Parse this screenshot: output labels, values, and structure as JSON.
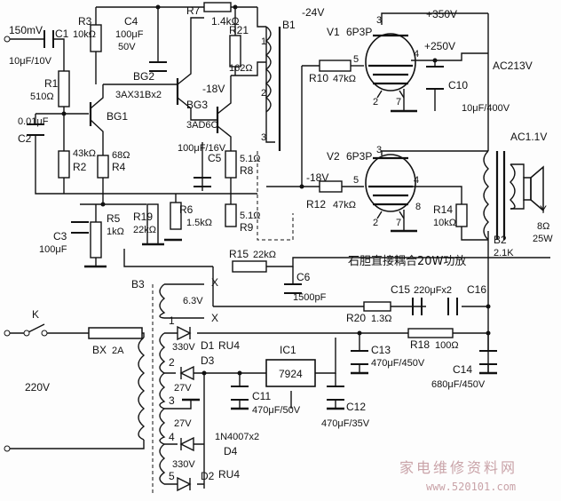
{
  "title": "石胆直接耦合20W功放",
  "watermark": {
    "cn": "家电维修资料网",
    "url": "www.520101.com"
  },
  "rails": {
    "neg24": "-24V",
    "pos350": "+350V",
    "pos250": "+250V",
    "neg18a": "-18V",
    "neg18b": "-18V",
    "ac213": "AC213V",
    "ac11": "AC1.1V"
  },
  "input": {
    "level": "150mV"
  },
  "components": {
    "C1": "C1",
    "C1v": "10μF/10V",
    "R1": "R1",
    "R1v": "510Ω",
    "C2": "C2",
    "C2v": "0.01μF",
    "R2": "R2",
    "R2v": "43kΩ",
    "R3": "R3",
    "R3v": "10kΩ",
    "C4": "C4",
    "C4v1": "100μF",
    "C4v2": "50V",
    "R7": "R7",
    "R7v": "1.4kΩ",
    "R21": "R21",
    "R21v": "162Ω",
    "BG1": "BG1",
    "BG2": "BG2",
    "BG3": "BG3",
    "BG2type": "3AX31Bx2",
    "BG3type": "3AD6C",
    "R4": "R4",
    "R4v": "68Ω",
    "C5": "C5",
    "C5v": "100μF/16V",
    "R8": "R8",
    "R8v": "5.1Ω",
    "R9": "R9",
    "R9v": "5.1Ω",
    "R6": "R6",
    "R6v": "1.5kΩ",
    "R5": "R5",
    "R5v": "1kΩ",
    "R19": "R19",
    "R19v": "22kΩ",
    "C3": "C3",
    "C3v": "100μF",
    "R15": "R15",
    "R15v": "22kΩ",
    "C6": "C6",
    "C6v": "1500pF",
    "B1": "B1",
    "V1": "V1",
    "V1type": "6P3P",
    "V2": "V2",
    "V2type": "6P3P",
    "R10": "R10",
    "R10v": "47kΩ",
    "R12": "R12",
    "R12v": "47kΩ",
    "C10": "C10",
    "C10v": "10μF/400V",
    "R14": "R14",
    "R14v": "10kΩ",
    "B2": "B2",
    "B2v": "2.1K",
    "Y": "Y",
    "Yv1": "8Ω",
    "Yv2": "25W",
    "C15": "C15",
    "C15v": "220μFx2",
    "C16": "C16",
    "R20": "R20",
    "R20v": "1.3Ω",
    "R18": "R18",
    "R18v": "100Ω",
    "C13": "C13",
    "C13v": "470μF/450V",
    "C14": "C14",
    "C14v": "680μF/450V",
    "IC1": "IC1",
    "IC1v": "7924",
    "C11": "C11",
    "C11v": "470μF/50V",
    "C12": "C12",
    "C12v": "470μF/35V",
    "B3": "B3",
    "K": "K",
    "BX": "BX",
    "BXv": "2A",
    "mains": "220V",
    "D1": "D1",
    "D2": "D2",
    "D3": "D3",
    "D4": "D4",
    "RU4a": "RU4",
    "RU4b": "RU4",
    "diodes": "1N4007x2",
    "w63": "6.3V",
    "w330a": "330V",
    "w330b": "330V",
    "w27a": "27V",
    "w27b": "27V",
    "X1": "X",
    "X2": "X"
  },
  "pins": {
    "p1": "1",
    "p2": "2",
    "p3": "3",
    "p4": "4",
    "p5": "5",
    "v3": "3",
    "v5": "5",
    "v4": "4",
    "v2": "2",
    "v7": "7",
    "v8": "8"
  }
}
